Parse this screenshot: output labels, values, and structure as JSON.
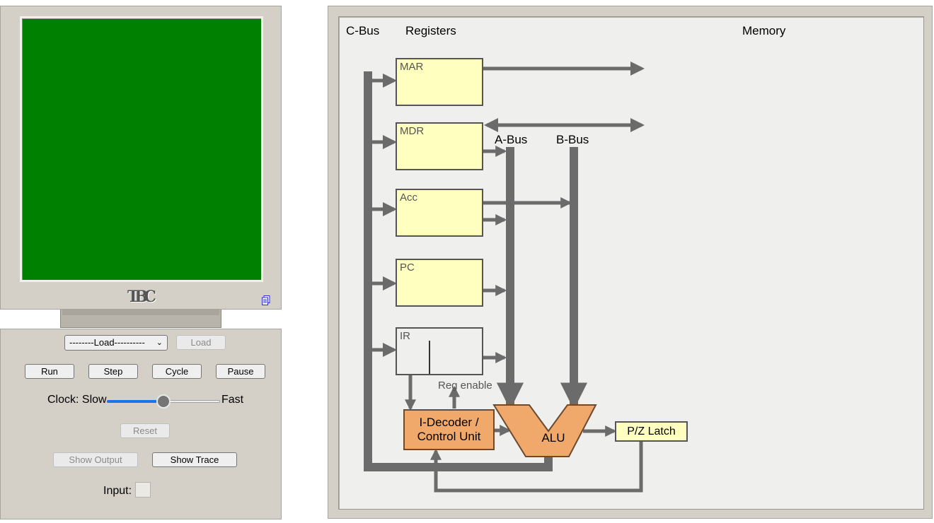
{
  "monitor": {
    "logo_text": "TBC",
    "copy_icon": "copy-icon"
  },
  "controls": {
    "load_select_value": "--------Load----------",
    "load_button": "Load",
    "run": "Run",
    "step": "Step",
    "cycle": "Cycle",
    "pause": "Pause",
    "clock_label": "Clock: Slow",
    "fast_label": "Fast",
    "clock_speed_fraction": 0.5,
    "reset": "Reset",
    "show_output": "Show Output",
    "show_trace": "Show Trace",
    "input_label": "Input:",
    "input_value": ""
  },
  "diagram": {
    "cbus_label": "C-Bus",
    "registers_label": "Registers",
    "memory_label": "Memory",
    "registers": [
      "MAR",
      "MDR",
      "Acc",
      "PC",
      "IR"
    ],
    "abus_label": "A-Bus",
    "bbus_label": "B-Bus",
    "reg_enable_label": "Reg enable",
    "decoder_line1": "I-Decoder /",
    "decoder_line2": "Control Unit",
    "alu_label": "ALU",
    "pz_latch_label": "P/Z Latch",
    "colors": {
      "screen": "#008000",
      "register_fill": "#ffffc0",
      "control_unit_fill": "#f0a96a",
      "bus": "#6b6b6b"
    }
  }
}
